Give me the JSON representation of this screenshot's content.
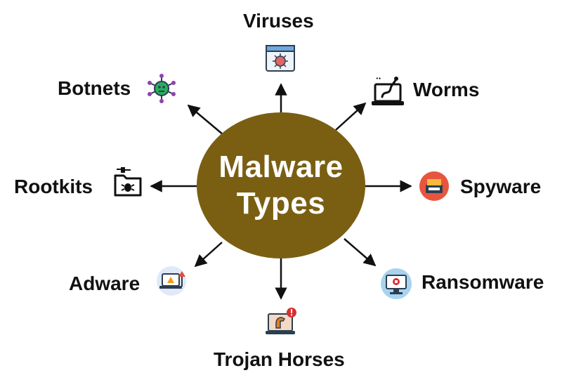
{
  "diagram": {
    "center": {
      "line1": "Malware",
      "line2": "Types"
    },
    "nodes": [
      {
        "key": "viruses",
        "label": "Viruses",
        "icon": "virus-browser-icon"
      },
      {
        "key": "worms",
        "label": "Worms",
        "icon": "worm-laptop-icon"
      },
      {
        "key": "spyware",
        "label": "Spyware",
        "icon": "spyware-icon"
      },
      {
        "key": "ransomware",
        "label": "Ransomware",
        "icon": "ransomware-monitor-icon"
      },
      {
        "key": "trojan",
        "label": "Trojan Horses",
        "icon": "trojan-horse-laptop-icon"
      },
      {
        "key": "adware",
        "label": "Adware",
        "icon": "adware-laptop-icon"
      },
      {
        "key": "rootkits",
        "label": "Rootkits",
        "icon": "rootkit-folder-icon"
      },
      {
        "key": "botnets",
        "label": "Botnets",
        "icon": "botnet-network-icon"
      }
    ]
  },
  "colors": {
    "hub": "#7a5f13",
    "arrow": "#111111",
    "text": "#111111"
  }
}
